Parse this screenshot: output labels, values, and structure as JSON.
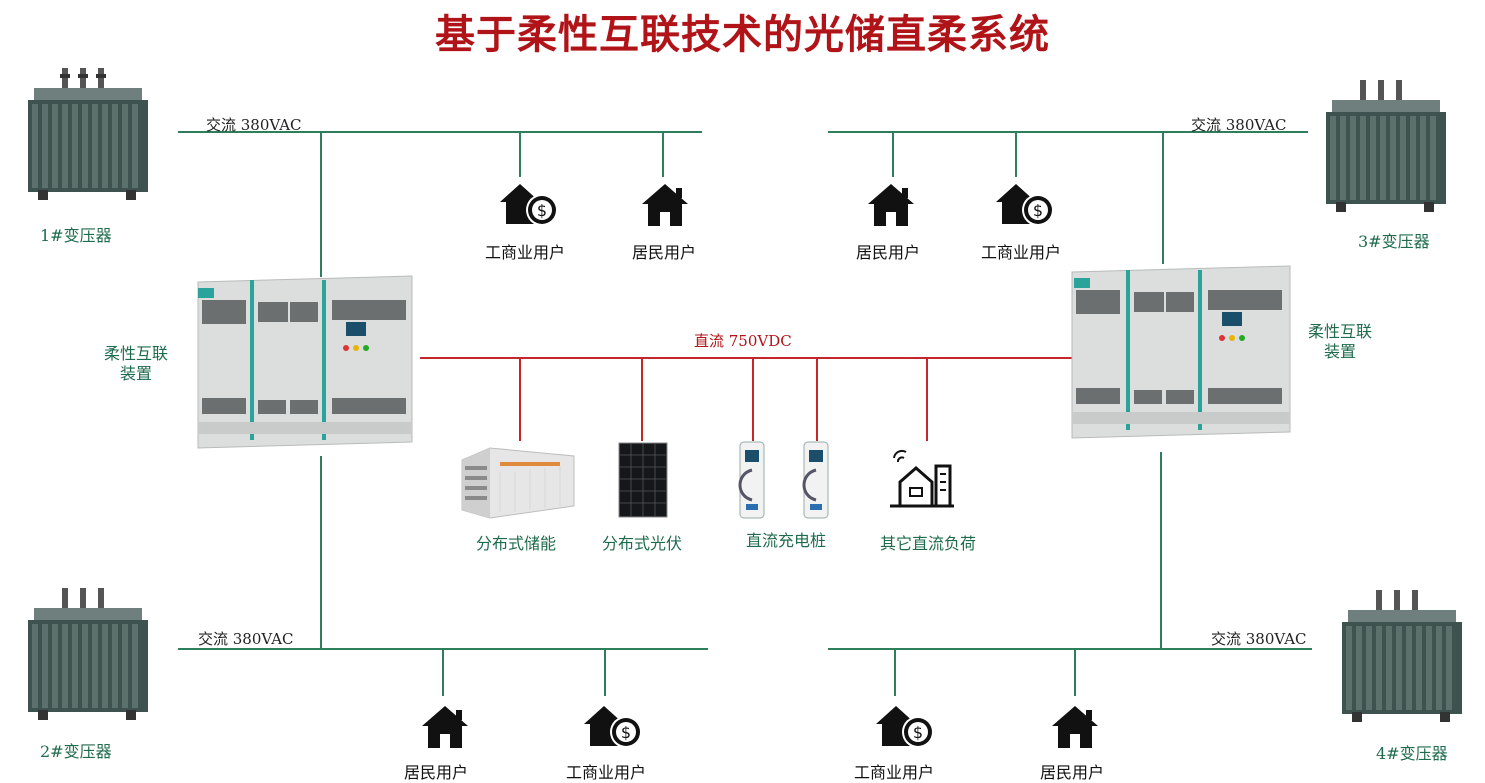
{
  "title": "基于柔性互联技术的光储直柔系统",
  "transformers": {
    "t1": "1#变压器",
    "t2": "2#变压器",
    "t3": "3#变压器",
    "t4": "4#变压器"
  },
  "ac_buses": {
    "top_left": "交流 380VAC",
    "top_right": "交流 380VAC",
    "bottom_left": "交流 380VAC",
    "bottom_right": "交流 380VAC"
  },
  "dc_bus": "直流 750VDC",
  "devices": {
    "left": "柔性互联\n装置",
    "right": "柔性互联\n装置"
  },
  "users": {
    "top_left_commercial": "工商业用户",
    "top_left_residential": "居民用户",
    "top_right_residential": "居民用户",
    "top_right_commercial": "工商业用户",
    "bottom_left_residential": "居民用户",
    "bottom_left_commercial": "工商业用户",
    "bottom_right_commercial": "工商业用户",
    "bottom_right_residential": "居民用户"
  },
  "dc_loads": {
    "storage": "分布式储能",
    "pv": "分布式光伏",
    "charger": "直流充电桩",
    "other": "其它直流负荷"
  },
  "colors": {
    "title": "#b01418",
    "ac_line": "#2e7d5b",
    "dc_line": "#c4262b",
    "label": "#1f6b4e"
  }
}
